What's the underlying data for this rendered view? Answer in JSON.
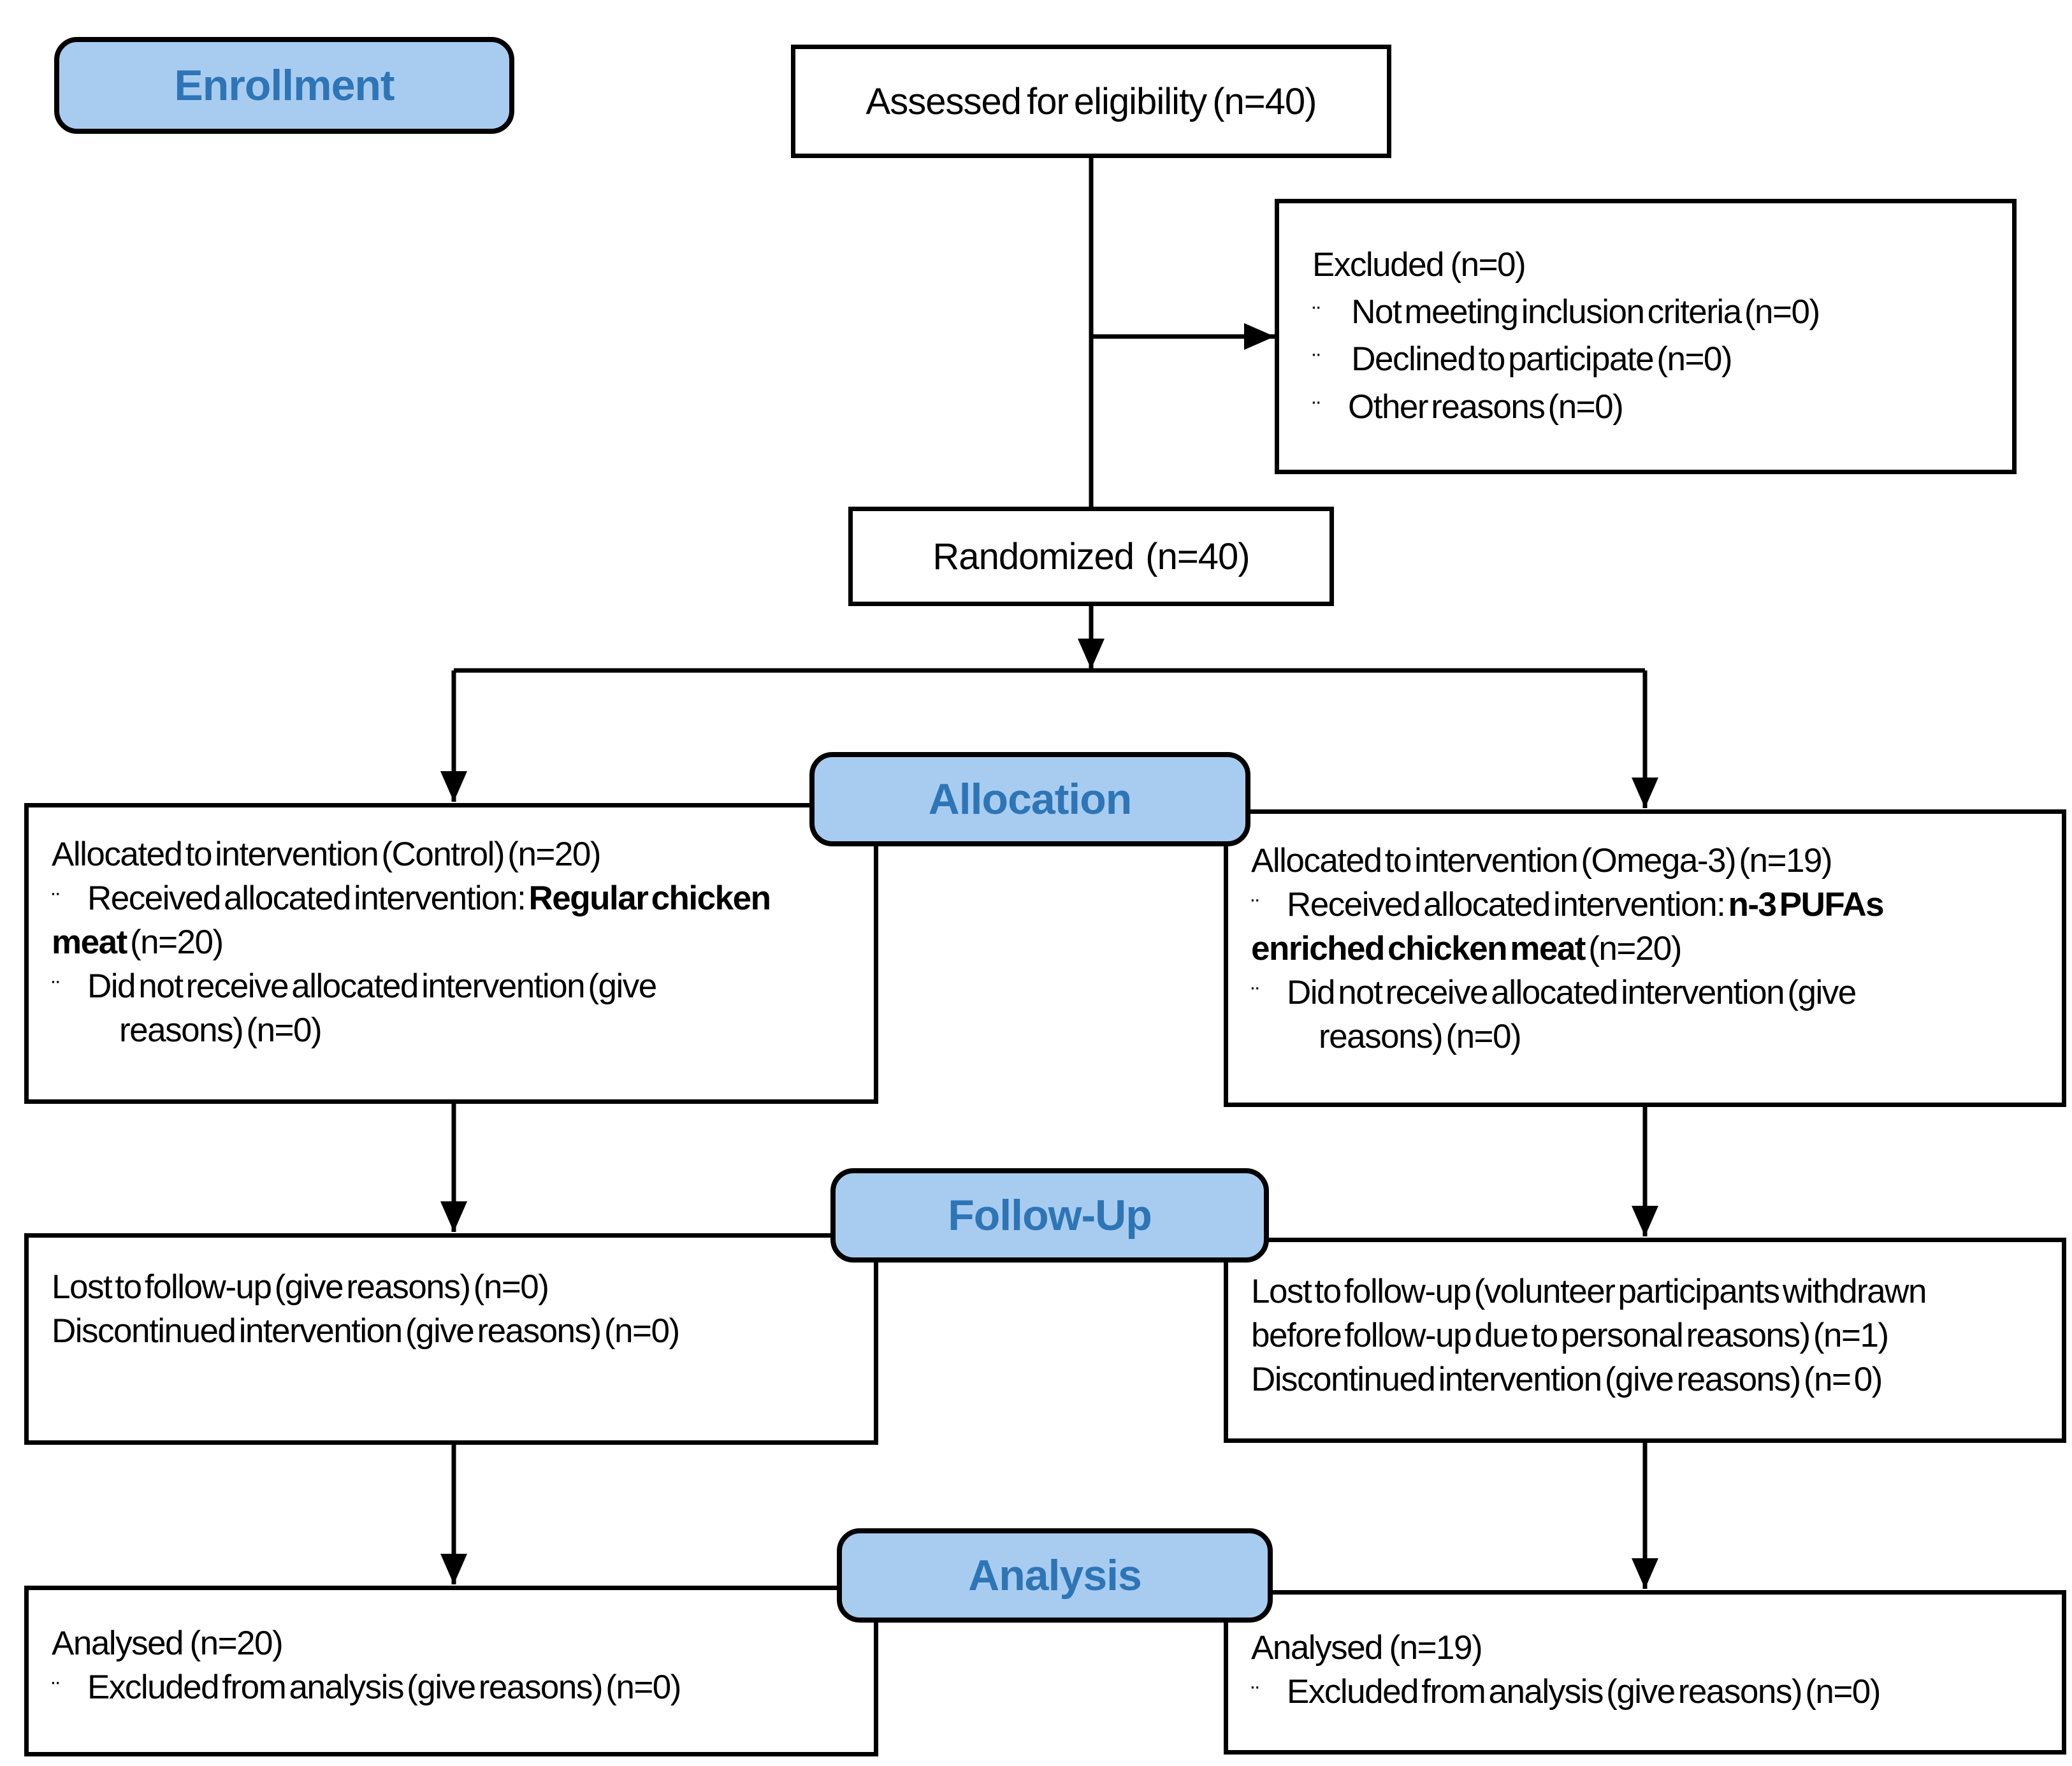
{
  "colors": {
    "pill_fill": "#A8CCF0",
    "pill_text": "#2E75B6",
    "line_color": "#000000",
    "box_border": "#000000"
  },
  "stages": {
    "enrollment": {
      "label": "Enrollment"
    },
    "allocation": {
      "label": "Allocation"
    },
    "followup": {
      "label": "Follow-Up"
    },
    "analysis": {
      "label": "Analysis"
    }
  },
  "boxes": {
    "assessed": {
      "text": "Assessed for eligibility (n=40)"
    },
    "randomized": {
      "text": "Randomized  (n=40)"
    },
    "excluded": {
      "lines": [
        {
          "segments": [
            {
              "t": "Excluded  (n=0)"
            }
          ]
        },
        {
          "bullet": "¨",
          "segments": [
            {
              "t": " Not meeting inclusion criteria (n=0)"
            }
          ]
        },
        {
          "bullet": "¨",
          "segments": [
            {
              "t": " Declined to participate (n=0)"
            }
          ]
        },
        {
          "bullet": "¨",
          "segments": [
            {
              "t": "Other reasons (n=0)"
            }
          ]
        }
      ]
    },
    "alloc_left": {
      "lines": [
        {
          "segments": [
            {
              "t": "Allocated to intervention (Control) (n=20)"
            }
          ]
        },
        {
          "bullet": "¨",
          "segments": [
            {
              "t": "Received allocated intervention: "
            },
            {
              "t": "Regular chicken",
              "b": true
            }
          ]
        },
        {
          "segments": [
            {
              "t": "meat",
              "b": true
            },
            {
              "t": " (n=20)"
            }
          ]
        },
        {
          "bullet": "¨",
          "segments": [
            {
              "t": "Did not receive allocated intervention (give"
            }
          ]
        },
        {
          "indent": true,
          "segments": [
            {
              "t": "reasons) (n=0)"
            }
          ]
        }
      ]
    },
    "alloc_right": {
      "lines": [
        {
          "segments": [
            {
              "t": "Allocated to intervention (Omega-3) (n=19)"
            }
          ]
        },
        {
          "bullet": "¨",
          "segments": [
            {
              "t": "Received allocated intervention: "
            },
            {
              "t": "n-3 PUFAs",
              "b": true
            }
          ]
        },
        {
          "segments": [
            {
              "t": "enriched chicken meat",
              "b": true
            },
            {
              "t": " (n=20)"
            }
          ]
        },
        {
          "bullet": "¨",
          "segments": [
            {
              "t": "Did not receive allocated intervention (give"
            }
          ]
        },
        {
          "indent": true,
          "segments": [
            {
              "t": "reasons) (n=0)"
            }
          ]
        }
      ]
    },
    "followup_left": {
      "lines": [
        {
          "segments": [
            {
              "t": "Lost to follow-up (give reasons) (n=0)"
            }
          ]
        },
        {
          "segments": [
            {
              "t": "Discontinued intervention (give reasons) (n=0)"
            }
          ]
        }
      ]
    },
    "followup_right": {
      "lines": [
        {
          "segments": [
            {
              "t": "Lost to follow-up (volunteer participants withdrawn"
            }
          ]
        },
        {
          "segments": [
            {
              "t": "before follow-up due to personal reasons) (n=1)"
            }
          ]
        },
        {
          "segments": [
            {
              "t": "Discontinued intervention (give reasons) (n= 0)"
            }
          ]
        }
      ]
    },
    "analysis_left": {
      "lines": [
        {
          "segments": [
            {
              "t": "Analysed  (n=20)"
            }
          ]
        },
        {
          "bullet": "¨",
          "segments": [
            {
              "t": "Excluded from analysis (give reasons) (n=0)"
            }
          ]
        }
      ]
    },
    "analysis_right": {
      "lines": [
        {
          "segments": [
            {
              "t": "Analysed  (n=19)"
            }
          ]
        },
        {
          "bullet": "¨",
          "segments": [
            {
              "t": "Excluded from analysis (give reasons) (n=0)"
            }
          ]
        }
      ]
    }
  }
}
